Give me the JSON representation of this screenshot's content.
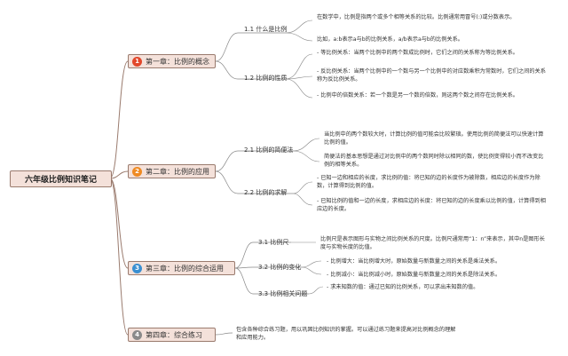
{
  "root": "六年级比例知识笔记",
  "chapters": [
    {
      "num": "1",
      "title": "第一章：比例的概念",
      "sections": [
        {
          "title": "1.1 什么是比例",
          "notes": [
            "在数学中，比例是指两个或多个相等关系的比较。比例通常用冒号(:)或分数表示。",
            "比如，a:b表示a与b的比例关系，a/b表示a与b的比例关系。"
          ]
        },
        {
          "title": "1.2 比例的性质",
          "notes": [
            "- 等比例关系：当两个比例中的两个数成比例时，它们之间的关系称为等比例关系。",
            "- 反比例关系：当两个比例中的一个数与另一个比例中的对应数乘积为常数时，它们之间的关系称为反比例关系。",
            "- 比例中的倍数关系：若一个数是另一个数的倍数，则这两个数之间存在比例关系。"
          ]
        }
      ]
    },
    {
      "num": "2",
      "title": "第二章：比例的应用",
      "sections": [
        {
          "title": "2.1 比例的简便法",
          "notes": [
            "当比例中的两个数较大时，计算比例的值可能会比较繁琐。使用比例的简便法可以快速计算比例的值。",
            "简便法的基本思想是通过对比例中的两个数同时除以相同的数，使比例变得较小而不改变比例的相等关系。"
          ]
        },
        {
          "title": "2.2 比例的求解",
          "notes": [
            "- 已知一边和相应的长度，求比例的值：将已知的边的长度作为被除数，相应边的长度作为除数，计算得到比例的值。",
            "- 已知比例的值和一边的长度，求相应边的长度：将已知的边的长度乘以比例的值，计算得到相应边的长度。"
          ]
        }
      ]
    },
    {
      "num": "3",
      "title": "第三章：比例的综合运用",
      "sections": [
        {
          "title": "3.1 比例尺",
          "notes": [
            "比例尺是表示图形与实物之间比例关系的尺度。比例尺通常用“1：n”来表示，其中n是图形长度与实物长度的比值。"
          ]
        },
        {
          "title": "3.2 比例的变化",
          "notes": [
            "- 比例增大：当比例增大时，原始数量与新数量之间的关系是乘法关系。",
            "- 比例减小：当比例减小时，原始数量与新数量之间的关系是除法关系。"
          ]
        },
        {
          "title": "3.3 比例相关问题",
          "notes": [
            "- 求未知数的值：通过已知的比例关系，可以求出未知数的值。"
          ]
        }
      ]
    },
    {
      "num": "4",
      "title": "第四章：综合练习",
      "sections": [],
      "notes": [
        "包含各种综合练习题，用以巩固比例知识的掌握。可以通过练习题来提高对比例概念的理解和应用能力。"
      ]
    }
  ]
}
